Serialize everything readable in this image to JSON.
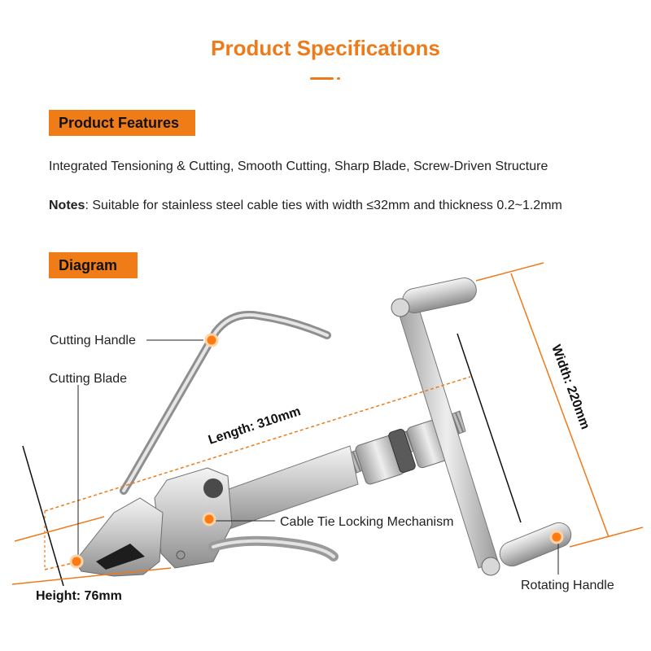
{
  "header": {
    "title": "Product Specifications"
  },
  "features": {
    "badge": "Product Features",
    "text": "Integrated Tensioning & Cutting, Smooth Cutting, Sharp Blade, Screw-Driven Structure",
    "notes_label": "Notes",
    "notes_text": ": Suitable for stainless steel cable ties with width ≤32mm and thickness 0.2~1.2mm"
  },
  "diagram": {
    "badge": "Diagram",
    "labels": {
      "cutting_handle": "Cutting Handle",
      "cutting_blade": "Cutting Blade",
      "locking_mechanism": "Cable Tie Locking Mechanism",
      "rotating_handle": "Rotating Handle"
    },
    "dimensions": {
      "length": "Length: 310mm",
      "width": "Width: 220mm",
      "height": "Height: 76mm"
    }
  },
  "colors": {
    "accent": "#ee7a1a",
    "badge": "#ef7c16"
  }
}
